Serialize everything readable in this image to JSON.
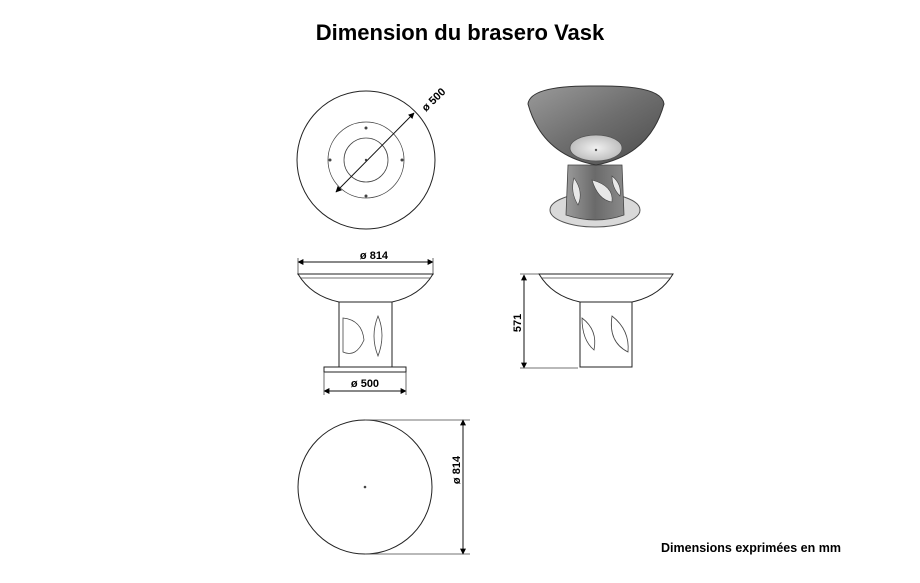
{
  "title": "Dimension du brasero Vask",
  "units_note": "Dimensions exprimées en mm",
  "dimensions": {
    "top_view_hole": "ø 500",
    "front_width": "ø 814",
    "base_width": "ø 500",
    "side_height": "571",
    "bottom_view_width": "ø 814"
  },
  "colors": {
    "line": "#222222",
    "render_bowl": "#7a7a7a",
    "render_inner": "#cfcfcf",
    "render_base": "#d6d6d6"
  }
}
